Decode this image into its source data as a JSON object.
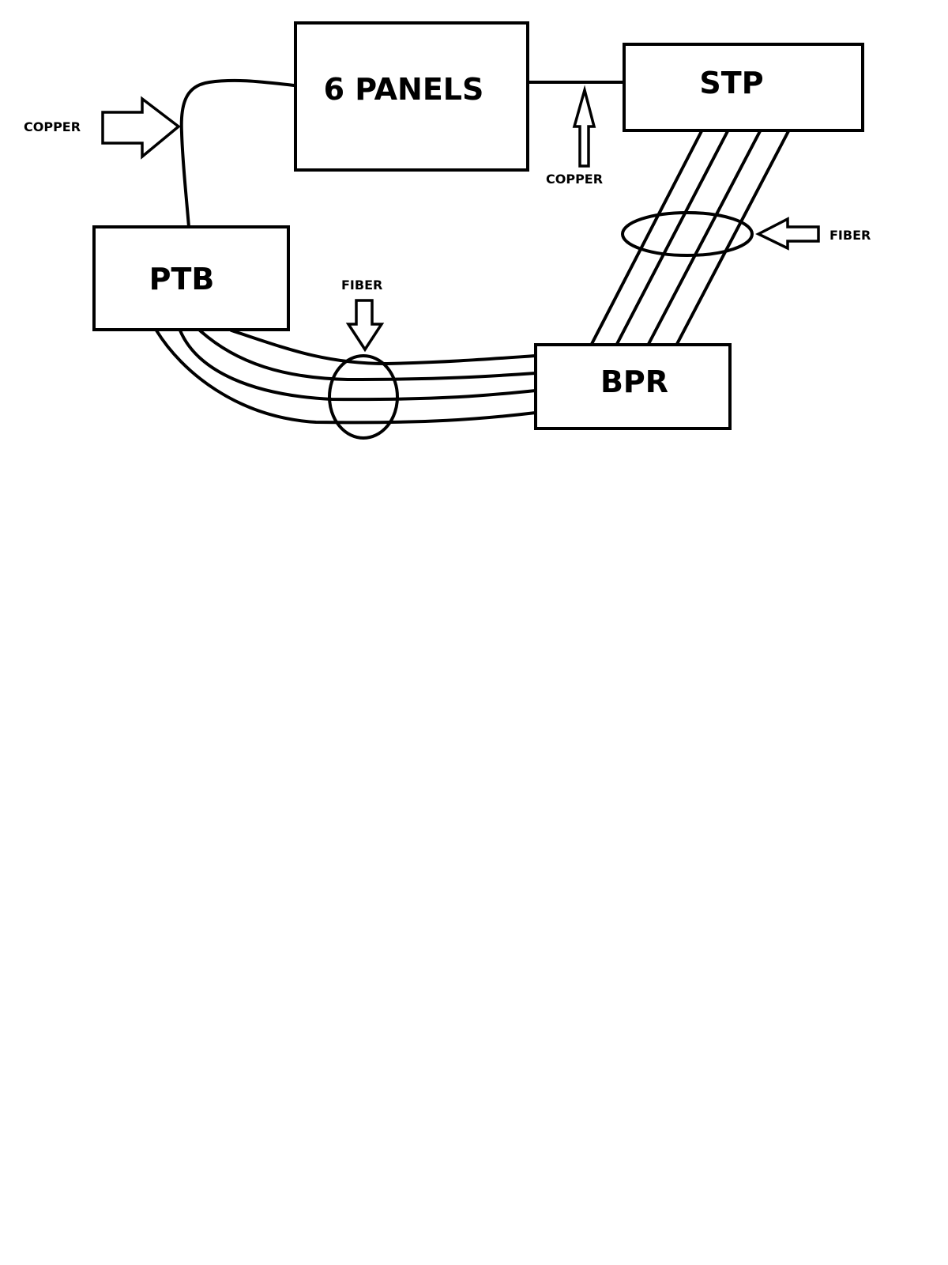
{
  "nodes": {
    "panels": {
      "label": "6 PANELS"
    },
    "stp": {
      "label": "STP"
    },
    "ptb": {
      "label": "PTB"
    },
    "bpr": {
      "label": "BPR"
    }
  },
  "callouts": {
    "copper_left": {
      "label": "COPPER"
    },
    "copper_top": {
      "label": "COPPER"
    },
    "fiber_bottom": {
      "label": "FIBER"
    },
    "fiber_right": {
      "label": "FIBER"
    }
  },
  "colors": {
    "line": "#000000",
    "background": "#ffffff"
  }
}
